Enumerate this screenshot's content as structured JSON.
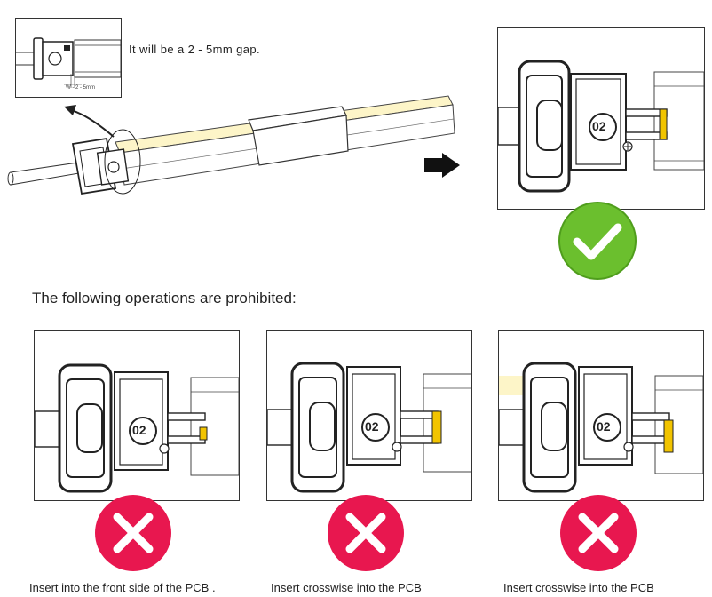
{
  "gap_note": "It will be a 2 - 5mm gap.",
  "gap_dim": "W - 2 - 5mm",
  "code_label": "02",
  "prohibited_heading": "The following operations are prohibited:",
  "captions": [
    "Insert into the front side of the PCB .",
    "Insert  crosswise  into the PCB",
    "Insert  crosswise  into the PCB"
  ],
  "colors": {
    "tape": "#fdf5c8",
    "check": "#6bbf2e",
    "cross": "#e8174f",
    "pin": "#f2c400"
  },
  "icons": {
    "ok": "checkmark-icon",
    "bad": "cross-icon",
    "direction": "arrow-right-icon"
  }
}
